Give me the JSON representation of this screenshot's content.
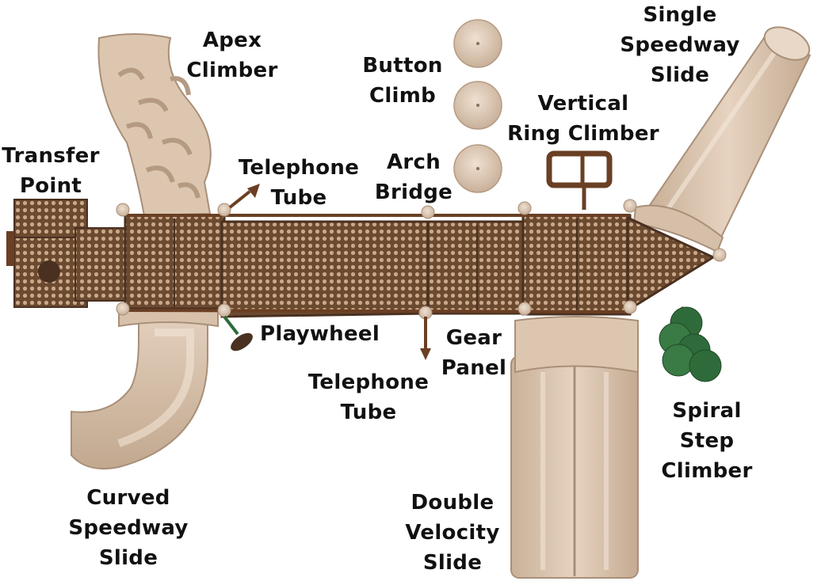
{
  "colors": {
    "deck": "#6b4a30",
    "deck_dark": "#4a3020",
    "plastic": "#d9c3ad",
    "plastic_shadow": "#b99f86",
    "metal": "#6a3f24",
    "step_green": "#2f6b3a",
    "text": "#111111"
  },
  "labels": {
    "apex_climber": [
      "Apex",
      "Climber"
    ],
    "transfer_point": [
      "Transfer",
      "Point"
    ],
    "telephone_tube_top": [
      "Telephone",
      "Tube"
    ],
    "button_climb": [
      "Button",
      "Climb"
    ],
    "arch_bridge": [
      "Arch",
      "Bridge"
    ],
    "single_speedway_slide": [
      "Single",
      "Speedway",
      "Slide"
    ],
    "vertical_ring_climber": [
      "Vertical",
      "Ring Climber"
    ],
    "playwheel": [
      "Playwheel"
    ],
    "gear_panel": [
      "Gear",
      "Panel"
    ],
    "telephone_tube_bottom": [
      "Telephone",
      "Tube"
    ],
    "spiral_step_climber": [
      "Spiral",
      "Step",
      "Climber"
    ],
    "curved_speedway_slide": [
      "Curved",
      "Speedway",
      "Slide"
    ],
    "double_velocity_slide": [
      "Double",
      "Velocity",
      "Slide"
    ]
  }
}
